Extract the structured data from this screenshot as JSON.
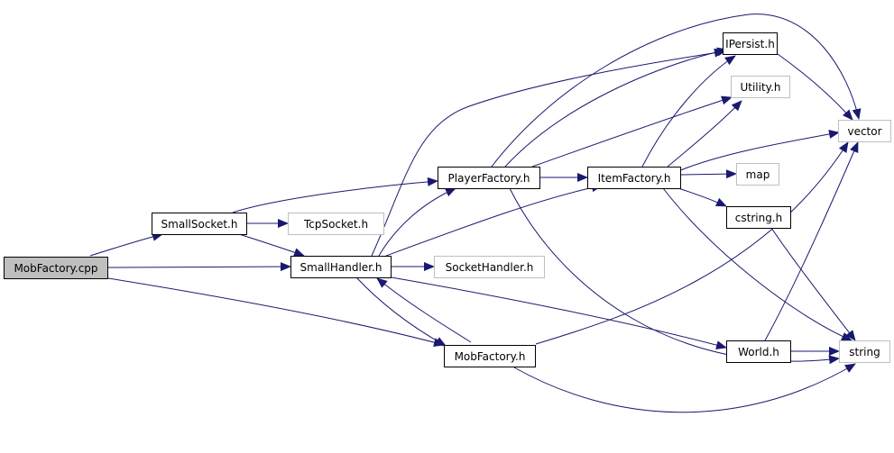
{
  "edge_color": "#191970",
  "root_fill": "#bfbfbf",
  "undocumented_border": "#bfbfbf",
  "nodes": {
    "mobfactory_cpp": "MobFactory.cpp",
    "smallsocket_h": "SmallSocket.h",
    "tcpsocket_h": "TcpSocket.h",
    "smallhandler_h": "SmallHandler.h",
    "sockethandler_h": "SocketHandler.h",
    "playerfactory_h": "PlayerFactory.h",
    "itemfactory_h": "ItemFactory.h",
    "ipersist_h": "IPersist.h",
    "utility_h": "Utility.h",
    "vector": "vector",
    "map": "map",
    "cstring_h": "cstring.h",
    "world_h": "World.h",
    "string": "string",
    "mobfactory_h": "MobFactory.h"
  }
}
